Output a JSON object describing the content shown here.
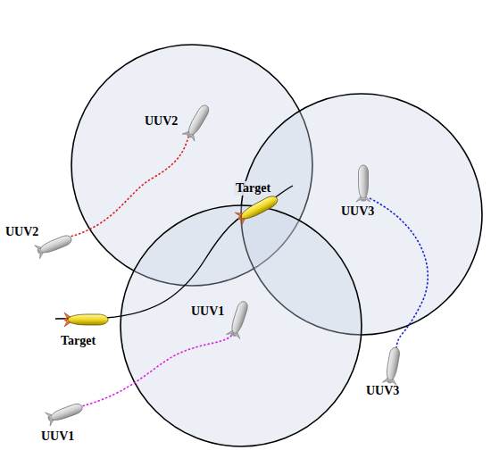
{
  "diagram": {
    "labels": [
      "UUV2",
      "UUV2",
      "Target",
      "UUV3",
      "Target",
      "UUV1",
      "UUV3",
      "UUV1"
    ]
  }
}
